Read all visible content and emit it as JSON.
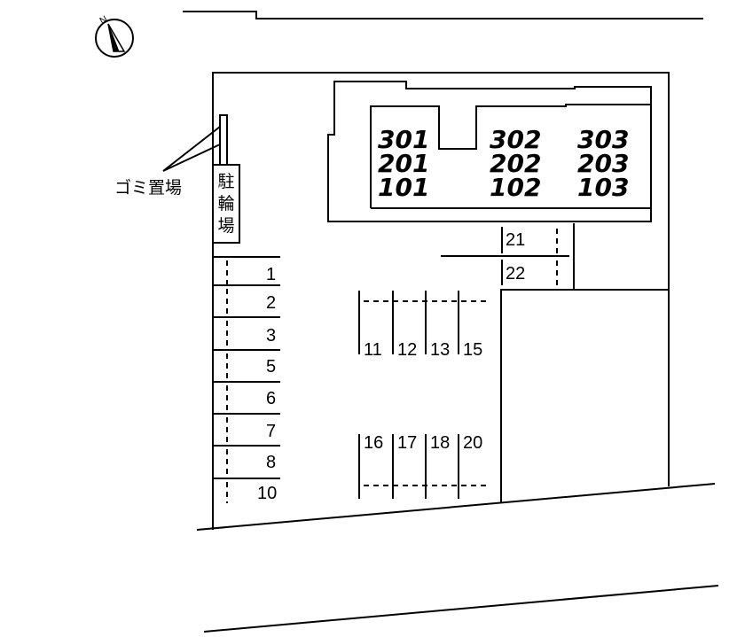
{
  "compass": {
    "north_label": "N",
    "icon": "compass-north-arrow-icon"
  },
  "building": {
    "units": [
      {
        "col": 1,
        "rooms": [
          "301",
          "201",
          "101"
        ]
      },
      {
        "col": 2,
        "rooms": [
          "302",
          "202",
          "102"
        ]
      },
      {
        "col": 3,
        "rooms": [
          "303",
          "203",
          "103"
        ]
      }
    ]
  },
  "bicycle_parking": {
    "label": "駐輪場"
  },
  "garbage": {
    "label": "ゴミ置場"
  },
  "parking": {
    "left_column": [
      "1",
      "2",
      "3",
      "5",
      "6",
      "7",
      "8",
      "10"
    ],
    "center_top": [
      "11",
      "12",
      "13",
      "15"
    ],
    "center_bottom": [
      "16",
      "17",
      "18",
      "20"
    ],
    "right_block": [
      "21",
      "22"
    ]
  }
}
